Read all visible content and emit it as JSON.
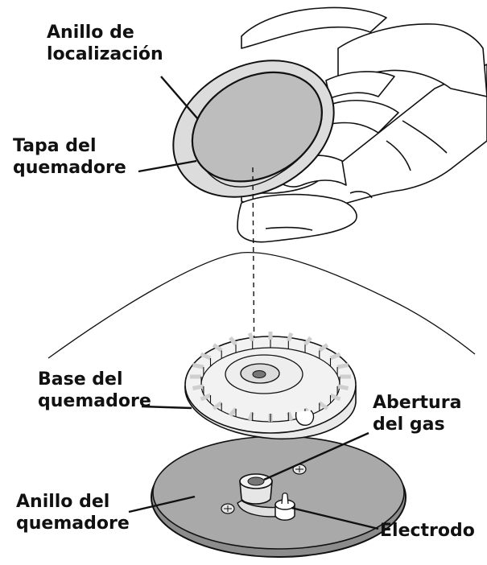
{
  "labels": {
    "locating_ring": {
      "line1": "Anillo de",
      "line2": "localización"
    },
    "burner_cap": {
      "line1": "Tapa del",
      "line2": "quemadore"
    },
    "burner_base": {
      "line1": "Base del",
      "line2": "quemadore"
    },
    "gas_opening": {
      "line1": "Abertura",
      "line2": "del gas"
    },
    "burner_ring": {
      "line1": "Anillo del",
      "line2": "quemadore"
    },
    "electrode": {
      "line1": "Electrodo"
    }
  },
  "colors": {
    "ink": "#111111",
    "cap_face": "#bdbdbd",
    "cap_rim": "#dcdcdc",
    "ring_gray": "#a9a9a9",
    "base_light": "#e9e9e9",
    "skin": "#ffffff"
  }
}
